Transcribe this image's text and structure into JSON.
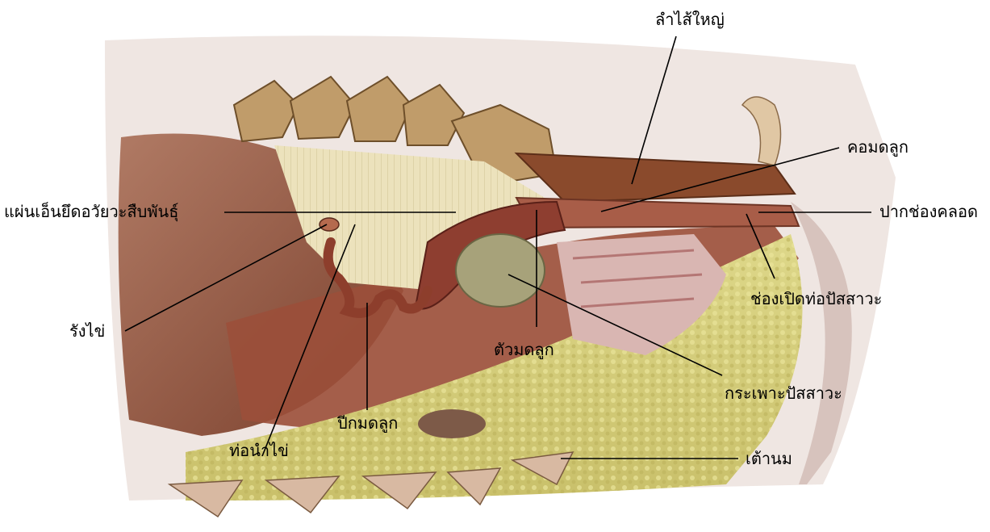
{
  "labels": {
    "large_intestine": "ลำไส้ใหญ่",
    "cervix": "คอมดลูก",
    "broad_ligament": "แผ่นเอ็นยึดอวัยวะสืบพันธุ์",
    "vulva": "ปากช่องคลอด",
    "urethral_opening": "ช่องเปิดท่อปัสสาวะ",
    "ovary": "รังไข่",
    "uterine_body": "ตัวมดลูก",
    "bladder": "กระเพาะปัสสาวะ",
    "uterine_horn": "ปีกมดลูก",
    "oviduct": "ท่อนำไข่",
    "udder": "เต้านม"
  }
}
